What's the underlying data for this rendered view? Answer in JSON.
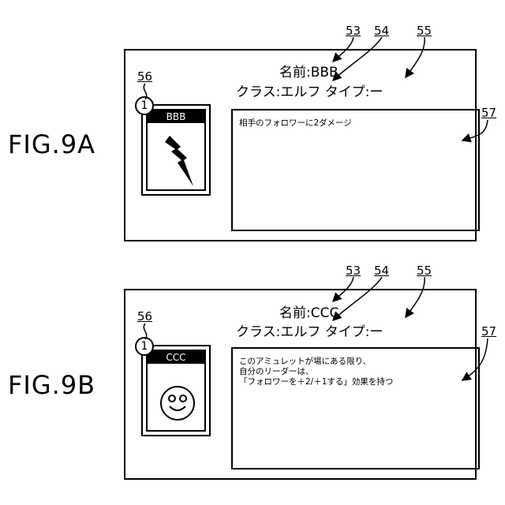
{
  "figures": [
    {
      "fig_label": "FIG.9A",
      "name": "名前:BBB",
      "class_type": "クラス:エルフ タイプ:ー",
      "card_cost": "1",
      "card_title": "BBB",
      "card_icon": "lightning-bolt-icon",
      "text_lines": [
        "相手のフォロワーに2ダメージ"
      ],
      "refs": {
        "r53": "53",
        "r54": "54",
        "r55": "55",
        "r56": "56",
        "r57": "57"
      }
    },
    {
      "fig_label": "FIG.9B",
      "name": "名前:CCC",
      "class_type": "クラス:エルフ タイプ:ー",
      "card_cost": "1",
      "card_title": "CCC",
      "card_icon": "smiley-face-icon",
      "text_lines": [
        "このアミュレットが場にある限り、",
        "自分のリーダーは、",
        "「フォロワーを＋2/＋1する」効果を持つ"
      ],
      "refs": {
        "r53": "53",
        "r54": "54",
        "r55": "55",
        "r56": "56",
        "r57": "57"
      }
    }
  ]
}
